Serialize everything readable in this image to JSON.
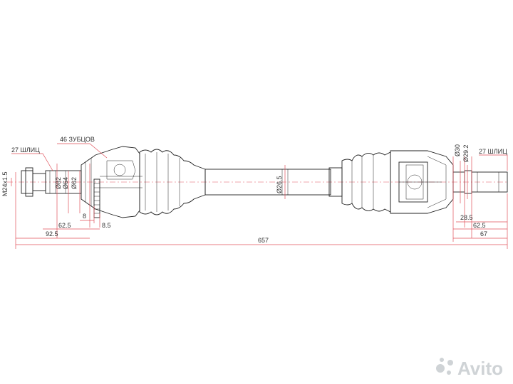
{
  "labels": {
    "spline_left": "27 ШЛИЦ",
    "teeth": "46 ЗУБЦОВ",
    "spline_right": "27 ШЛИЦ",
    "thread": "M24x1.5",
    "d82": "Ø82",
    "d64": "Ø64",
    "d62": "Ø62",
    "d26_5": "Ø26.5",
    "d30": "Ø30",
    "d29_2": "Ø29.2"
  },
  "dimensions": {
    "d8": "8",
    "d62_5_left": "62.5",
    "d8_5": "8.5",
    "d92_5": "92.5",
    "d657": "657",
    "d28_5": "28.5",
    "d62_5_right": "62.5",
    "d67": "67"
  },
  "watermark": {
    "brand": "Avito"
  },
  "colors": {
    "dimension_line": "#e0505a",
    "outline": "#222222",
    "watermark": "#cfd3d6"
  }
}
